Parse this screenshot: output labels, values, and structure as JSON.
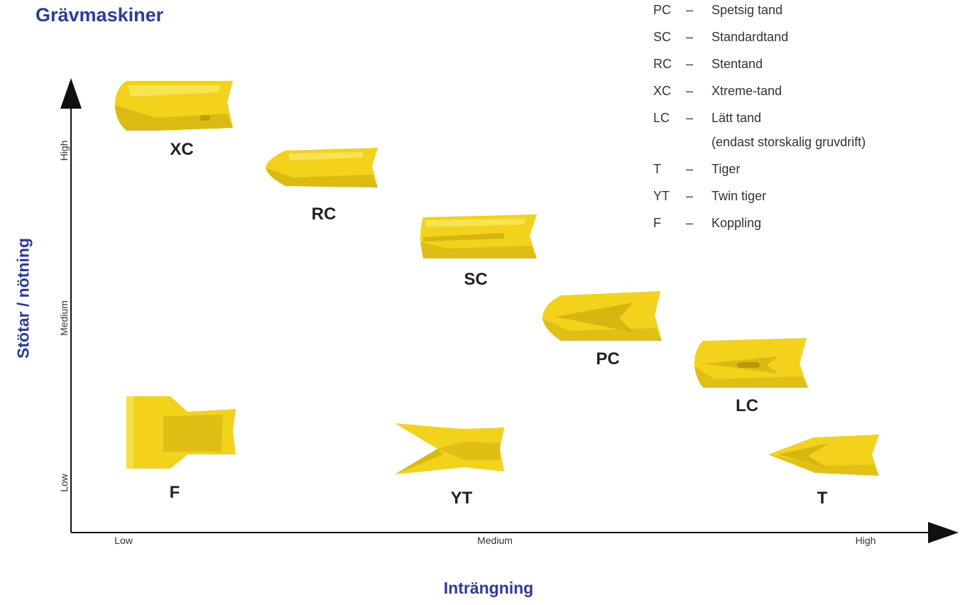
{
  "title": "Grävmaskiner",
  "legend": [
    {
      "code": "PC",
      "dash": "–",
      "desc": "Spetsig tand"
    },
    {
      "code": "SC",
      "dash": "–",
      "desc": "Standardtand"
    },
    {
      "code": "RC",
      "dash": "–",
      "desc": "Stentand"
    },
    {
      "code": "XC",
      "dash": "–",
      "desc": "Xtreme-tand"
    },
    {
      "code": "LC",
      "dash": "–",
      "desc": "Lätt tand",
      "desc2": "(endast storskalig gruvdrift)"
    },
    {
      "code": "T",
      "dash": "–",
      "desc": "Tiger"
    },
    {
      "code": "YT",
      "dash": "–",
      "desc": "Twin tiger"
    },
    {
      "code": "F",
      "dash": "–",
      "desc": "Koppling"
    }
  ],
  "axes": {
    "y_label": "Stötar / nötning",
    "x_label": "Inträngning",
    "y_ticks": [
      "High",
      "Medium",
      "Low"
    ],
    "x_ticks": [
      "Low",
      "Medium",
      "High"
    ]
  },
  "teeth": [
    {
      "label": "XC",
      "impact": "High",
      "penetration": "Low"
    },
    {
      "label": "RC",
      "impact": "High",
      "penetration": "Medium"
    },
    {
      "label": "SC",
      "impact": "Medium",
      "penetration": "Medium"
    },
    {
      "label": "PC",
      "impact": "Medium",
      "penetration": "Medium"
    },
    {
      "label": "LC",
      "impact": "Medium",
      "penetration": "High"
    },
    {
      "label": "F",
      "impact": "Low",
      "penetration": "Low"
    },
    {
      "label": "YT",
      "impact": "Low",
      "penetration": "Medium"
    },
    {
      "label": "T",
      "impact": "Low",
      "penetration": "High"
    }
  ],
  "colors": {
    "title": "#2b3aa8",
    "tooth_fill": "#f2d21a",
    "tooth_shade": "#c9a80d",
    "tooth_highlight": "#fbe96a",
    "axis": "#111111"
  }
}
